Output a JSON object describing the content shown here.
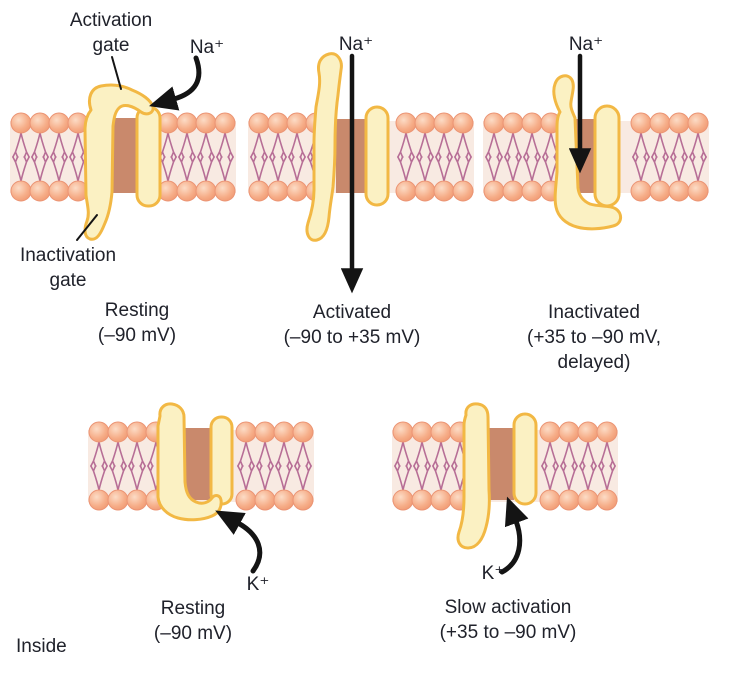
{
  "labels": {
    "activation_gate": "Activation gate",
    "inactivation_gate": "Inactivation gate",
    "inside": "Inside"
  },
  "panels": [
    {
      "id": "na-resting",
      "ion": "Na⁺",
      "caption": [
        "Resting",
        "(–90 mV)"
      ]
    },
    {
      "id": "na-activated",
      "ion": "Na⁺",
      "caption": [
        "Activated",
        "(–90 to +35 mV)"
      ]
    },
    {
      "id": "na-inactivated",
      "ion": "Na⁺",
      "caption": [
        "Inactivated",
        "(+35 to –90 mV,",
        "delayed)"
      ]
    },
    {
      "id": "k-resting",
      "ion": "K⁺",
      "caption": [
        "Resting",
        "(–90 mV)"
      ]
    },
    {
      "id": "k-slow-activation",
      "ion": "K⁺",
      "caption": [
        "Slow activation",
        "(+35 to –90 mV)"
      ]
    }
  ],
  "colors": {
    "text": "#20222B",
    "arrow": "#141414",
    "protein_fill": "#FBF1C3",
    "protein_stroke": "#F2B844",
    "pore": "#C9896C",
    "membrane_interior": "#F8EAE2",
    "lipid_head": "#F4A07B",
    "lipid_tail": "#B76E96"
  }
}
